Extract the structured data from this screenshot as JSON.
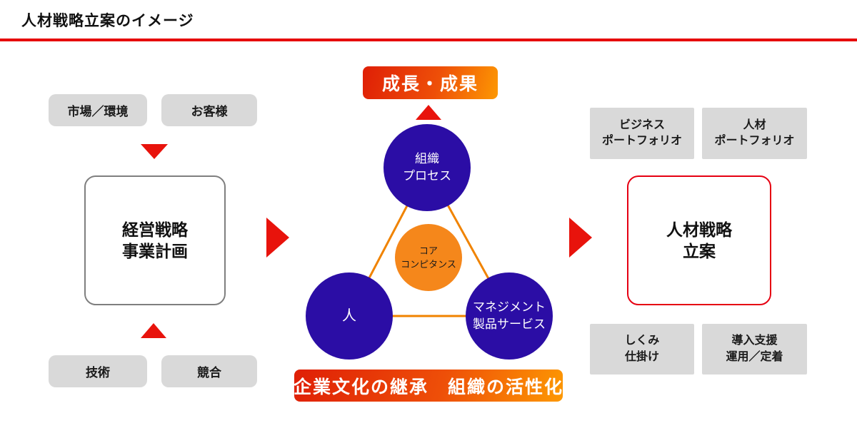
{
  "title": "人材戦略立案のイメージ",
  "left_panel": {
    "inputs_top": {
      "market": "市場／環境",
      "customer": "お客様"
    },
    "strategy_box": {
      "line1": "経営戦略",
      "line2": "事業計画"
    },
    "inputs_bottom": {
      "technology": "技術",
      "competition": "競合"
    }
  },
  "center_panel": {
    "growth_banner": "成長・成果",
    "culture_banner": "企業文化の継承　組織の活性化",
    "circle_top": {
      "line1": "組織",
      "line2": "プロセス"
    },
    "circle_core": {
      "line1": "コア",
      "line2": "コンピタンス"
    },
    "circle_left": {
      "line1": "人"
    },
    "circle_right": {
      "line1": "マネジメント",
      "line2": "製品サービス"
    }
  },
  "right_panel": {
    "outputs_top": {
      "business_portfolio": {
        "line1": "ビジネス",
        "line2": "ポートフォリオ"
      },
      "hr_portfolio": {
        "line1": "人材",
        "line2": "ポートフォリオ"
      }
    },
    "strategy_box": {
      "line1": "人材戦略",
      "line2": "立案"
    },
    "outputs_bottom": {
      "mechanism": {
        "line1": "しくみ",
        "line2": "仕掛け"
      },
      "deployment": {
        "line1": "導入支援",
        "line2": "運用／定着"
      }
    }
  },
  "colors": {
    "accent_red": "#e8130c",
    "rule_red": "#e60000",
    "banner_gradient_start": "#df1f06",
    "banner_gradient_end": "#fd9802",
    "circle_blue": "#2b0da5",
    "circle_orange": "#f5871b",
    "connector_orange": "#f08300",
    "tag_gray": "#d9d9d9",
    "outline_gray": "#7f7f7f",
    "outline_red": "#e60012"
  }
}
